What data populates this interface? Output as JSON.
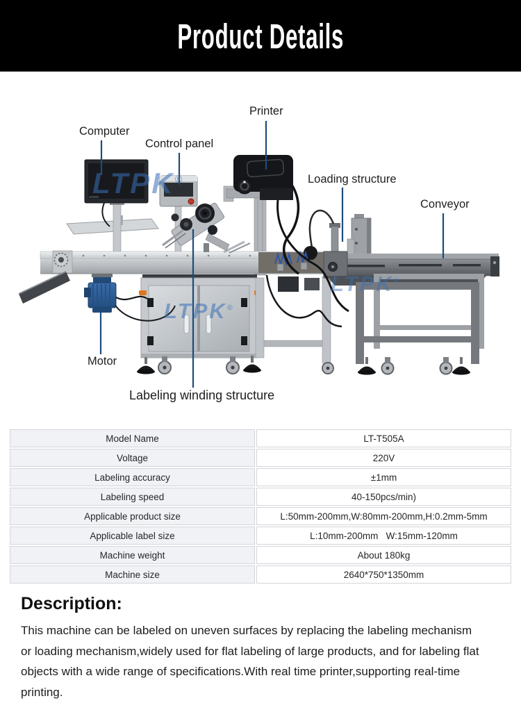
{
  "header": {
    "title": "Product Details",
    "bg_color": "#000000",
    "text_color": "#ffffff"
  },
  "figure": {
    "watermark": "LTPK",
    "watermark_reg": "®",
    "watermark_color": "#3a6fb5",
    "annotation_line_color": "#1d4b7c",
    "motor_color": "#2e5f99",
    "labels": [
      {
        "id": "computer",
        "text": "Computer"
      },
      {
        "id": "control-panel",
        "text": "Control panel"
      },
      {
        "id": "printer",
        "text": "Printer"
      },
      {
        "id": "loading-structure",
        "text": "Loading structure"
      },
      {
        "id": "conveyor",
        "text": "Conveyor"
      },
      {
        "id": "motor",
        "text": "Motor"
      },
      {
        "id": "labeling-winding-structure",
        "text": "Labeling winding structure"
      }
    ]
  },
  "spec_table": {
    "rows": [
      {
        "label": "Model Name",
        "value": "LT-T505A"
      },
      {
        "label": "Voltage",
        "value": "220V"
      },
      {
        "label": "Labeling accuracy",
        "value": "±1mm"
      },
      {
        "label": "Labeling speed",
        "value": "40-150pcs/min)"
      },
      {
        "label": "Applicable product size",
        "value": "L:50mm-200mm,W:80mm-200mm,H:0.2mm-5mm"
      },
      {
        "label": "Applicable label size",
        "value": "L:10mm-200mm   W:15mm-120mm"
      },
      {
        "label": "Machine weight",
        "value": "About 180kg"
      },
      {
        "label": "Machine size",
        "value": "2640*750*1350mm"
      }
    ]
  },
  "description": {
    "heading": "Description:",
    "body": "This machine can be labeled on uneven surfaces by replacing the labeling mechanism or loading mechanism,widely used for flat labeling of large products, and for labeling flat objects with a wide range of specifications.With real time printer,supporting real-time printing."
  }
}
